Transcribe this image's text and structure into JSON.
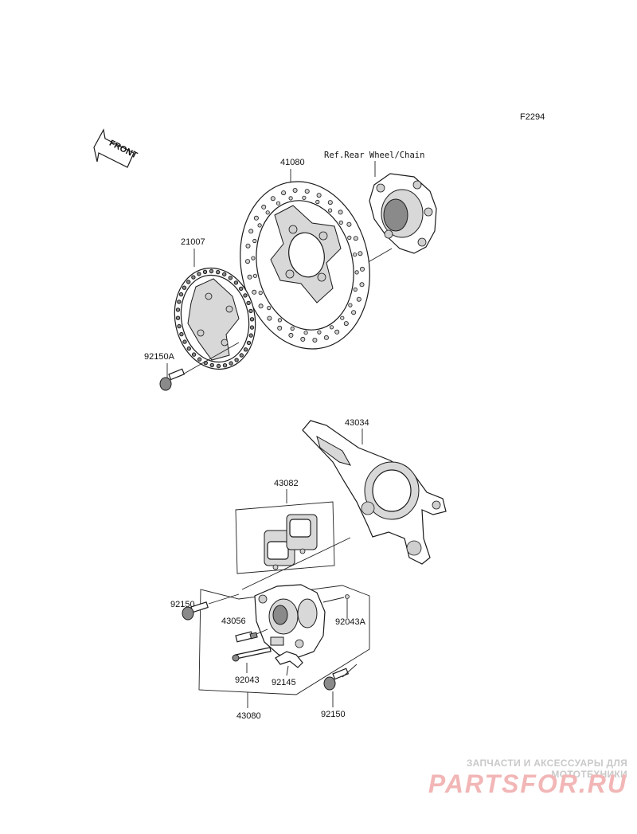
{
  "diagram": {
    "figure_code": "F2294",
    "front_label": "FRONT",
    "ref_note": "Ref.Rear Wheel/Chain",
    "parts": {
      "p41080": "41080",
      "p21007": "21007",
      "p92150a": "92150A",
      "p43034": "43034",
      "p43082": "43082",
      "p92150_top": "92150",
      "p43056": "43056",
      "p92043a": "92043A",
      "p92043": "92043",
      "p92145": "92145",
      "p43080": "43080",
      "p92150_bottom": "92150"
    }
  },
  "watermark": {
    "tagline": "ЗАПЧАСТИ И АКСЕССУАРЫ ДЛЯ МОТОТЕХНИКИ",
    "brand": "PARTSFOR.RU",
    "color_tagline": "#c9c9c9",
    "color_brand": "#f2b6b6"
  }
}
